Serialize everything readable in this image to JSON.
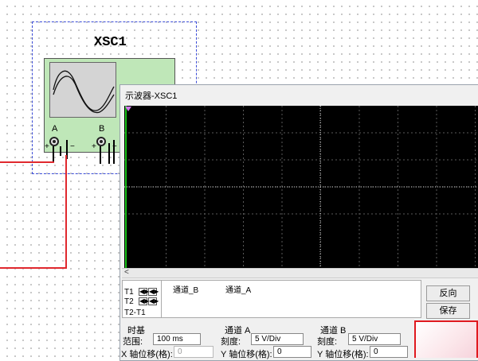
{
  "instrument": {
    "name": "XSC1",
    "terminals": [
      {
        "label": "A",
        "plus": "+",
        "minus": "−"
      },
      {
        "label": "B",
        "plus": "+",
        "minus": "−"
      }
    ]
  },
  "window": {
    "title": "示波器-XSC1",
    "scroll_left_glyph": "<",
    "readout": {
      "rows": [
        {
          "label": "T1"
        },
        {
          "label": "T2"
        },
        {
          "label": "T2-T1"
        }
      ],
      "columns": [
        "通道_B",
        "通道_A"
      ]
    },
    "buttons": {
      "reverse": "反向",
      "save": "保存"
    },
    "timebase": {
      "title": "时基",
      "range_label": "范围:",
      "range_value": "100 ms",
      "x_pos_label": "X 轴位移(格):",
      "x_pos_value": "0"
    },
    "channel_a": {
      "title": "通道 A",
      "scale_label": "刻度:",
      "scale_value": "5  V/Div",
      "y_pos_label": "Y 轴位移(格):",
      "y_pos_value": "0"
    },
    "channel_b": {
      "title": "通道 B",
      "scale_label": "刻度:",
      "scale_value": "5  V/Div",
      "y_pos_label": "Y 轴位移(格):",
      "y_pos_value": "0"
    }
  },
  "colors": {
    "screen": "#000000",
    "grid": "#5a5a5a",
    "wire_red": "#e0282e",
    "trace_green": "#18c018",
    "highlight_red": "#e0191f"
  }
}
